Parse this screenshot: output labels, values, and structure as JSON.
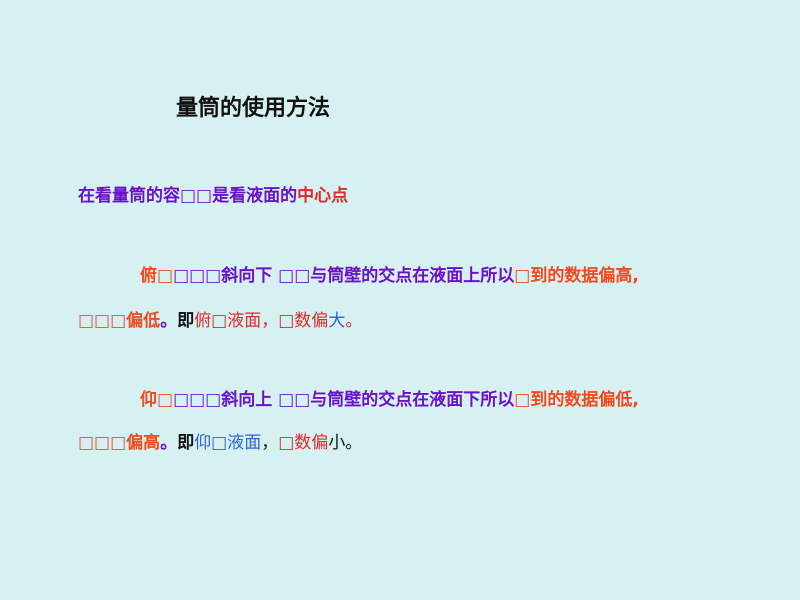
{
  "title": "量筒的使用方法",
  "colors": {
    "background": "#d7f0f2",
    "orange": "#f04a1e",
    "purple": "#6a12c8",
    "red": "#e02828",
    "blue": "#2f62d0"
  },
  "lines": [
    {
      "segments": [
        {
          "text": "在看量筒的容□□是看液面的",
          "cls": "b purple"
        },
        {
          "text": "中心点",
          "cls": "b red"
        }
      ]
    },
    {
      "segments": [
        {
          "text": "俯□",
          "cls": "b orange"
        },
        {
          "text": "□□□斜向下 □□与筒壁的交点在液面上所以",
          "cls": "b purple"
        },
        {
          "text": "□到的数据偏高,",
          "cls": "b orange"
        }
      ]
    },
    {
      "segments": [
        {
          "text": "□□□偏低",
          "cls": "b orange"
        },
        {
          "text": "。",
          "cls": "b purple"
        },
        {
          "text": "即",
          "cls": "b black"
        },
        {
          "text": "俯□液面，□数偏",
          "cls": "red"
        },
        {
          "text": "大",
          "cls": "blue"
        },
        {
          "text": "。",
          "cls": "red"
        }
      ]
    },
    {
      "segments": [
        {
          "text": "仰□",
          "cls": "b orange"
        },
        {
          "text": "□□□斜向上 □□与筒壁的交点在液面下所以",
          "cls": "b purple"
        },
        {
          "text": "□到的数据偏低,",
          "cls": "b orange"
        }
      ]
    },
    {
      "segments": [
        {
          "text": "□□□偏高",
          "cls": "b orange"
        },
        {
          "text": "。",
          "cls": "b purple"
        },
        {
          "text": "即",
          "cls": "b black"
        },
        {
          "text": "仰□液面",
          "cls": "blue"
        },
        {
          "text": "，",
          "cls": "black"
        },
        {
          "text": "□数偏",
          "cls": "red"
        },
        {
          "text": "小。",
          "cls": "black"
        }
      ]
    }
  ]
}
